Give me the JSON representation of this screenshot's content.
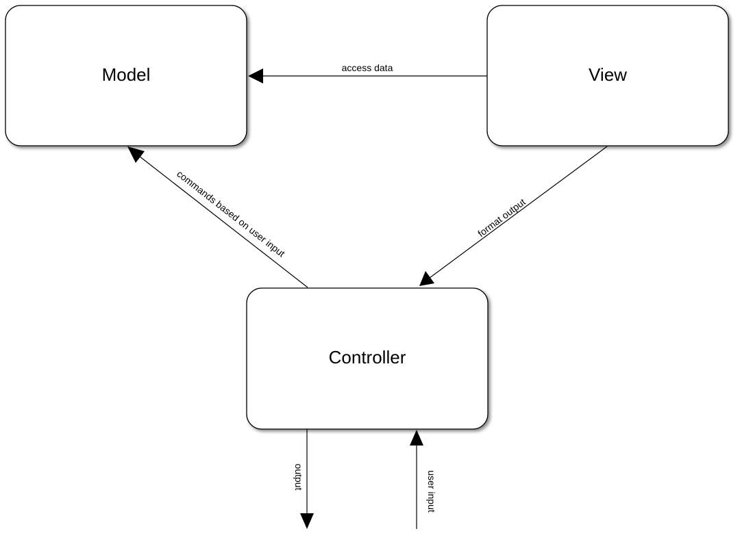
{
  "diagram": {
    "nodes": {
      "model": {
        "label": "Model"
      },
      "view": {
        "label": "View"
      },
      "controller": {
        "label": "Controller"
      }
    },
    "edges": {
      "access_data": {
        "label": "access data"
      },
      "commands": {
        "label": "commands based on user input"
      },
      "format_output": {
        "label": "format output"
      },
      "output": {
        "label": "output"
      },
      "user_input": {
        "label": "user input"
      }
    }
  }
}
